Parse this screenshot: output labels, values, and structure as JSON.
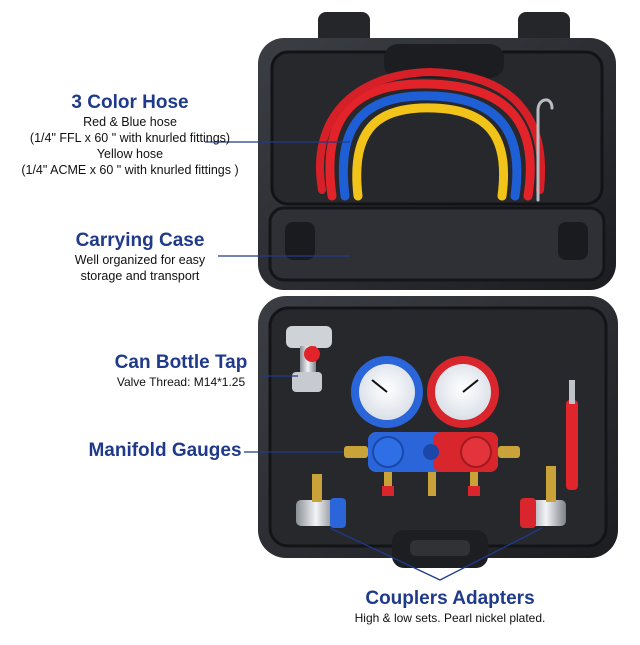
{
  "labels": {
    "hose": {
      "title": "3 Color Hose",
      "lines": [
        "Red & Blue hose",
        "(1/4\" FFL x 60 \" with knurled fittings)",
        "Yellow hose",
        "(1/4\" ACME x 60 \" with knurled fittings )"
      ]
    },
    "case": {
      "title": "Carrying Case",
      "lines": [
        "Well organized for easy",
        "storage and transport"
      ]
    },
    "tap": {
      "title": "Can Bottle Tap",
      "lines": [
        "Valve Thread: M14*1.25"
      ]
    },
    "gauges": {
      "title": "Manifold Gauges"
    },
    "couplers": {
      "title": "Couplers Adapters",
      "lines": [
        "High & low sets. Pearl nickel plated."
      ]
    }
  },
  "colors": {
    "case": "#2b2d31",
    "case_dark": "#16171a",
    "hose_red": "#e2232a",
    "hose_blue": "#1f5fd6",
    "hose_yellow": "#f2c318",
    "gauge_blue": "#2a66d9",
    "gauge_red": "#d9262d",
    "brass": "#c9a23a",
    "pointer_line": "#1f3a8a"
  }
}
